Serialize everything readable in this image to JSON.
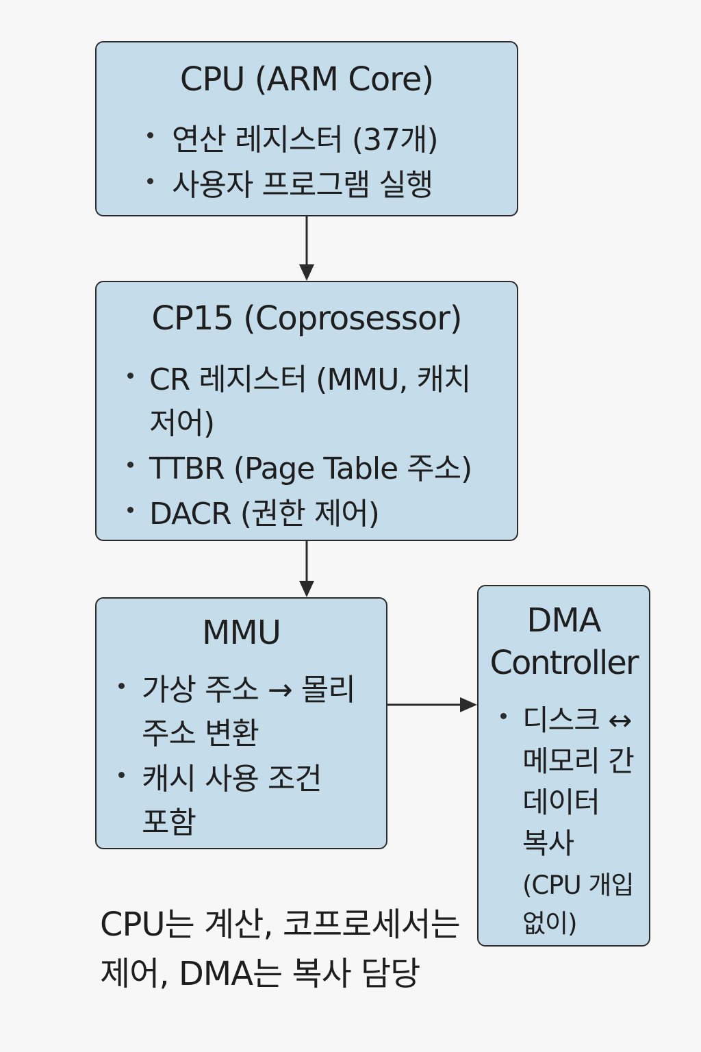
{
  "cpu": {
    "title": "CPU (ARM Core)",
    "bullets": [
      "연산 레지스터 (37개)",
      "사용자 프로그램 실행"
    ]
  },
  "cp15": {
    "title": "CP15 (Coprosessor)",
    "bullet1_line1": "CR 레지스터 (MMU, 캐치",
    "bullet1_line2": "저어)",
    "bullet2": "TTBR (Page Table 주소)",
    "bullet3": "DACR (권한 제어)"
  },
  "mmu": {
    "title": "MMU",
    "bullet1_line1": "가상 주소 → 몰리",
    "bullet1_line2": "주소 변환",
    "bullet2_line1": "캐시 사용 조건",
    "bullet2_line2": "포함"
  },
  "dma": {
    "title_line1": "DMA",
    "title_line2": "Controller",
    "lines": [
      "디스크 ↔",
      "메모리 간",
      "데이터",
      "복사",
      "(CPU 개입",
      "없이)"
    ]
  },
  "caption": {
    "line1": "CPU는 계산, 코프로세서는",
    "line2": "제어, DMA는 복사 담당"
  }
}
